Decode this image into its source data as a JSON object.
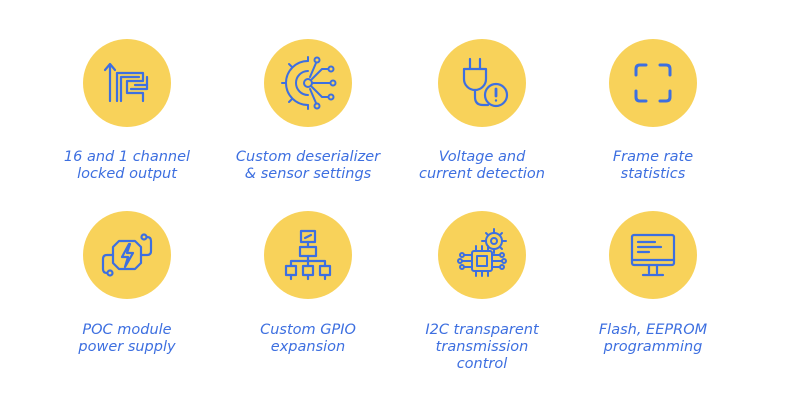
{
  "colors": {
    "circle": "#F8D25A",
    "icon": "#3D6FE0",
    "text": "#3D6FE0",
    "background": "#FFFFFF"
  },
  "features": [
    {
      "icon": "locked-output-icon",
      "lines": [
        "16 and 1 channel",
        "locked output"
      ]
    },
    {
      "icon": "gear-circuit-icon",
      "lines": [
        "Custom deserializer",
        "& sensor settings"
      ]
    },
    {
      "icon": "plug-warning-icon",
      "lines": [
        "Voltage and",
        "current detection"
      ]
    },
    {
      "icon": "frame-corners-icon",
      "lines": [
        "Frame rate",
        "statistics"
      ]
    },
    {
      "icon": "power-module-icon",
      "lines": [
        "POC module",
        "power supply"
      ]
    },
    {
      "icon": "gpio-hierarchy-icon",
      "lines": [
        "Custom GPIO",
        "expansion"
      ]
    },
    {
      "icon": "chip-gears-icon",
      "lines": [
        "I2C transparent",
        "transmission",
        "control"
      ]
    },
    {
      "icon": "monitor-icon",
      "lines": [
        "Flash, EEPROM",
        "programming"
      ]
    }
  ]
}
